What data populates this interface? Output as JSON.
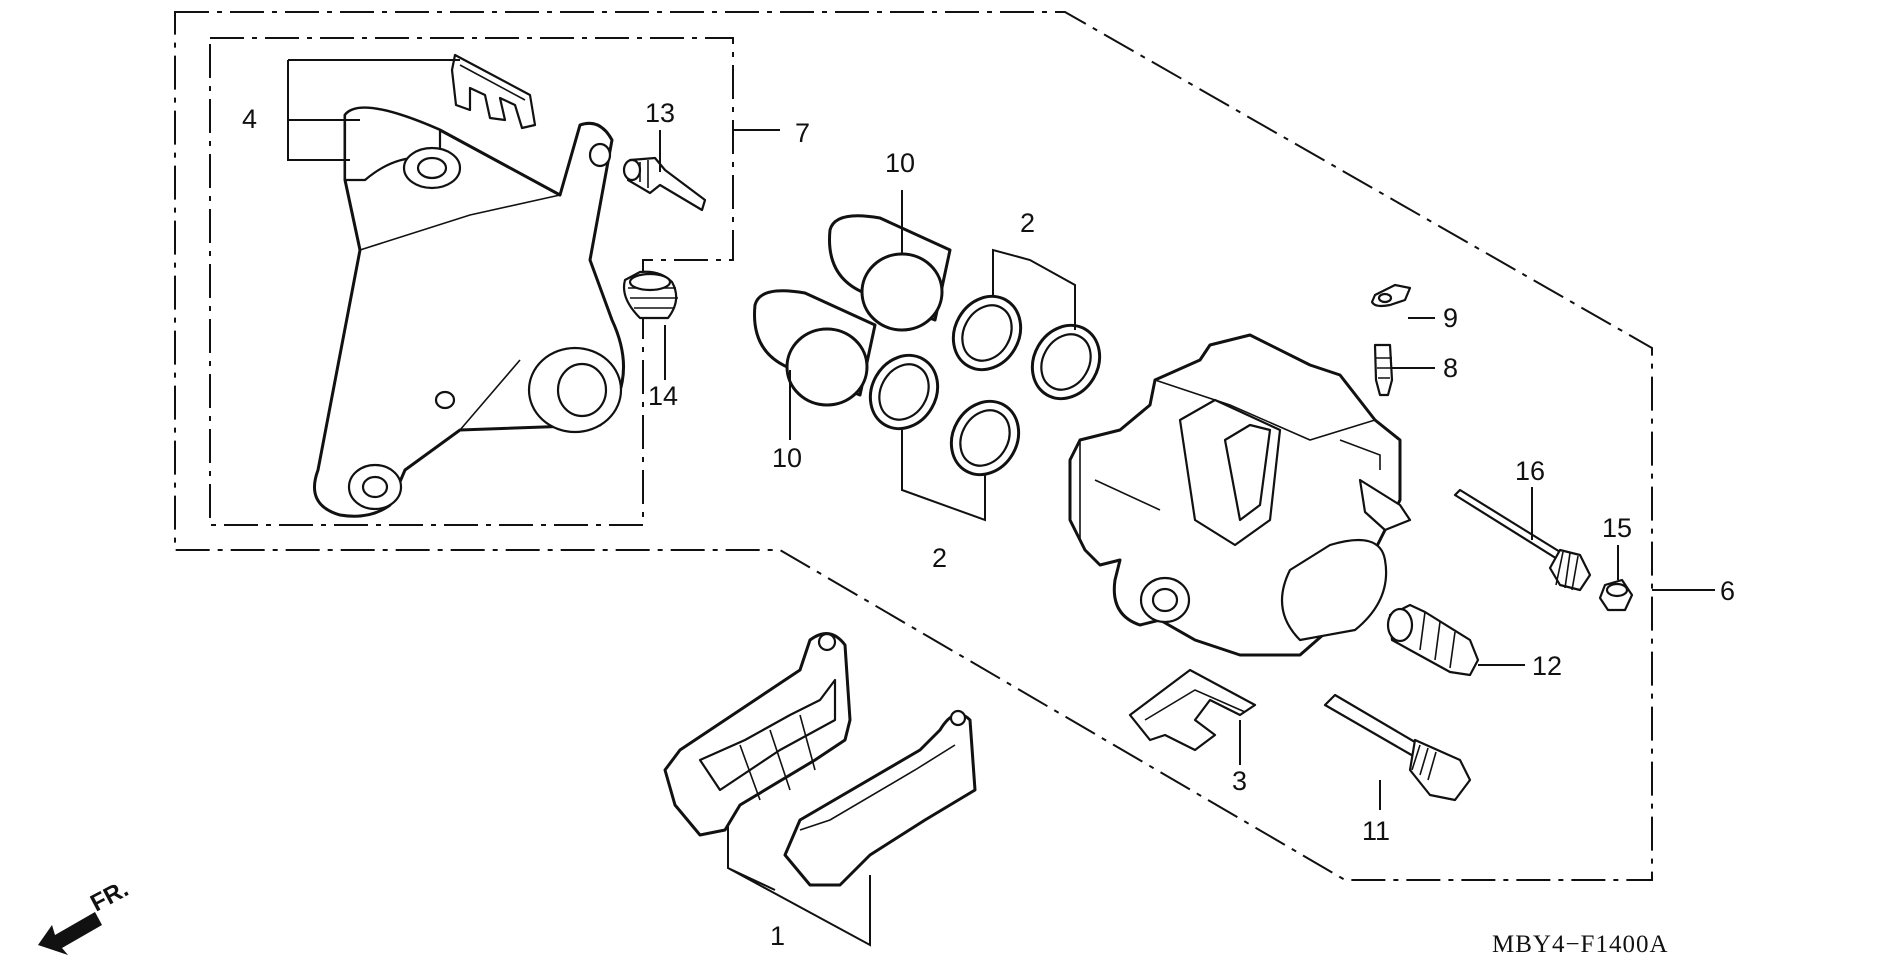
{
  "labels": {
    "p1": "1",
    "p2a": "2",
    "p2b": "2",
    "p3": "3",
    "p4": "4",
    "p6": "6",
    "p7": "7",
    "p8": "8",
    "p9": "9",
    "p10a": "10",
    "p10b": "10",
    "p11": "11",
    "p12": "12",
    "p13": "13",
    "p14": "14",
    "p15": "15",
    "p16": "16"
  },
  "direction_marker": "FR.",
  "diagram_code": "MBY4−F1400A"
}
